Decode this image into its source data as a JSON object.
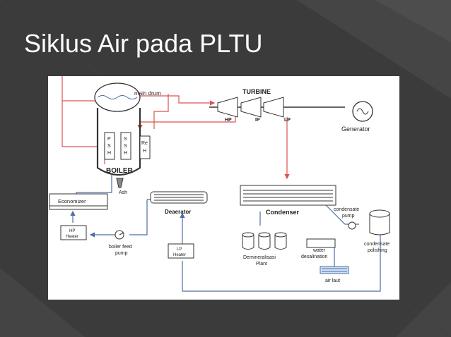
{
  "slide": {
    "title": "Siklus Air pada PLTU"
  },
  "diagram": {
    "labels": {
      "main_drum": "main drum",
      "turbine": "TURBINE",
      "hp": "HP",
      "ip": "IP",
      "lp": "LP",
      "generator": "Generator",
      "psh": [
        "P",
        "S",
        "H"
      ],
      "ssh": [
        "S",
        "S",
        "H"
      ],
      "reh": [
        "Re",
        "H"
      ],
      "boiler": "BOILER",
      "ash": "Ash",
      "economizer": "Economizer",
      "deaerator": "Deaerator",
      "condenser": "Condenser",
      "condensate_pump": [
        "condensate",
        "pump"
      ],
      "condensate_polishing": [
        "condensate",
        "polishing"
      ],
      "hp_heater": [
        "HP",
        "Heater"
      ],
      "boiler_feed_pump": [
        "boiler feed",
        "pump"
      ],
      "lp_heater": [
        "LP",
        "Heater"
      ],
      "demineralisasi_plant": [
        "Demineralisasi",
        "Plant"
      ],
      "water_desalination": [
        "water",
        "desalination"
      ],
      "air_laut": "air laut"
    },
    "colors": {
      "slide_background": "#3a3a3a",
      "steam_line": "#d9534f",
      "water_line": "#4a6fa5",
      "equipment_stroke": "#333333"
    }
  }
}
